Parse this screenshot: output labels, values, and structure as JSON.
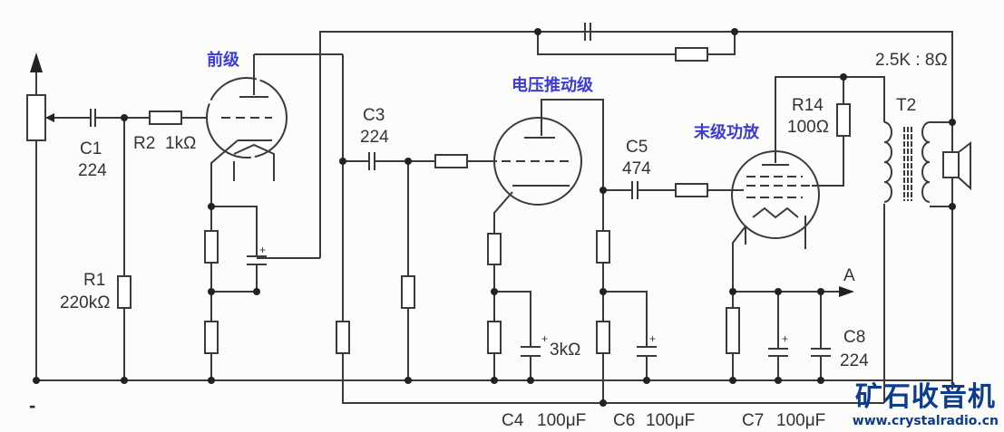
{
  "stages": {
    "pre": "前级",
    "driver": "电压推动级",
    "final": "末级功放"
  },
  "components": {
    "c1": {
      "name": "C1",
      "value": "224"
    },
    "r2": {
      "name": "R2",
      "value": "1kΩ"
    },
    "c3": {
      "name": "C3",
      "value": "224"
    },
    "r1": {
      "name": "R1",
      "value": "220kΩ"
    },
    "c5": {
      "name": "C5",
      "value": "474"
    },
    "r14": {
      "name": "R14",
      "value": "100Ω"
    },
    "t2": {
      "name": "T2",
      "ratio": "2.5K : 8Ω"
    },
    "r_3k": {
      "value": "3kΩ"
    },
    "c4": {
      "name": "C4",
      "value": "100μF"
    },
    "c6": {
      "name": "C6",
      "value": "100μF"
    },
    "c7": {
      "name": "C7",
      "value": "100μF"
    },
    "c8": {
      "name": "C8",
      "value": "224"
    },
    "out": {
      "label": "A"
    },
    "ground": {
      "label": "-"
    },
    "plus": "+"
  },
  "watermark": {
    "title": "矿石收音机",
    "url": "www.crystalradio.cn"
  }
}
